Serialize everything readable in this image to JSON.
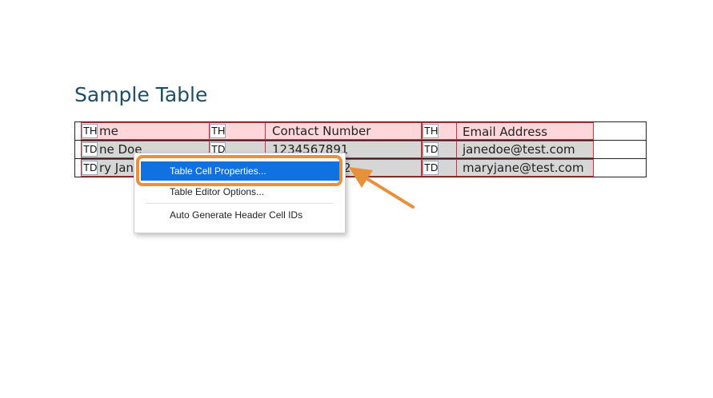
{
  "heading": "Sample Table",
  "table": {
    "rows": [
      {
        "cells": [
          {
            "tag": "TH",
            "text": "me"
          },
          {
            "tag": "TH",
            "text": ""
          },
          {
            "tag": "TH",
            "text": "Contact Number"
          },
          {
            "tag": "TH",
            "text": ""
          },
          {
            "tag": "TH",
            "text": "Email Address"
          }
        ]
      },
      {
        "cells": [
          {
            "tag": "TD",
            "text": "ne Doe"
          },
          {
            "tag": "TD",
            "text": ""
          },
          {
            "tag": "TD",
            "text": "1234567891"
          },
          {
            "tag": "TD",
            "text": ""
          },
          {
            "tag": "TD",
            "text": "janedoe@test.com"
          }
        ]
      },
      {
        "cells": [
          {
            "tag": "TD",
            "text": "ry Jan"
          },
          {
            "tag": "TD",
            "text": ""
          },
          {
            "tag": "TD",
            "text": "2"
          },
          {
            "tag": "TD",
            "text": ""
          },
          {
            "tag": "TD",
            "text": "maryjane@test.com"
          }
        ]
      }
    ]
  },
  "context_menu": {
    "items": [
      {
        "label": "Table Cell Properties...",
        "highlighted": true
      },
      {
        "label": "Table Editor Options...",
        "highlighted": false
      },
      {
        "label": "Auto Generate Header Cell IDs",
        "highlighted": false
      }
    ]
  },
  "colors": {
    "heading": "#1d4e68",
    "header_cell_fill": "#ffd6da",
    "data_cell_fill": "#d6d6d6",
    "cell_border": "#c9353d",
    "menu_highlight": "#0f72e0",
    "callout": "#e8913c"
  }
}
